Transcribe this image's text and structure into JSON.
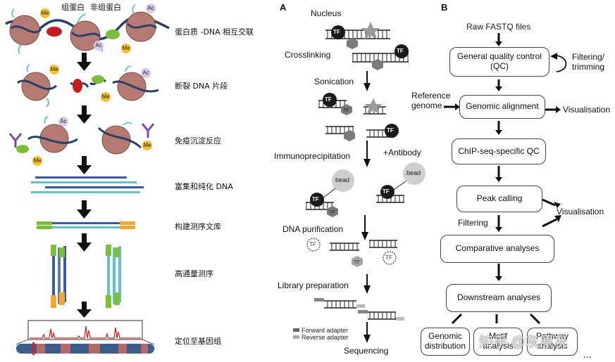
{
  "left_panel": {
    "top_labels": {
      "histone": "组蛋白",
      "non_histone": "非组蛋白"
    },
    "marks": {
      "me": "Me",
      "ac": "Ac"
    },
    "step_labels": [
      "蛋白质 -DNA 相互交联",
      "断裂 DNA 片段",
      "免疫沉淀反应",
      "富集和纯化 DNA",
      "构建测序文库",
      "高通量测序",
      "定位至基因组"
    ]
  },
  "panel_a": {
    "header": "A",
    "labels": {
      "nucleus": "Nucleus",
      "crosslinking": "Crosslinking",
      "sonication": "Sonication",
      "immunoprecipitation": "Immunoprecipitation",
      "antibody": "+Antibody",
      "dna_purification": "DNA purification",
      "library_preparation": "Library preparation",
      "sequencing": "Sequencing"
    },
    "tf": "TF",
    "bead": "bead",
    "legend": {
      "forward": "Forward adapter",
      "reverse": "Reverse adapter"
    },
    "colors": {
      "tf": "#1a1a1a",
      "gray_protein": "#8a8a8a",
      "bead": "#cfcfcf"
    }
  },
  "panel_b": {
    "header": "B",
    "raw_files": "Raw FASTQ files",
    "boxes": {
      "qc": "General quality control\n(QC)",
      "alignment": "Genomic alignment",
      "chipqc": "ChIP-seq-specific QC",
      "peak": "Peak calling",
      "comparative": "Comparative analyses",
      "downstream": "Downstream analyses",
      "genomic": "Genomic\ndistribution",
      "motif": "Motif\nanalysis",
      "pathway": "Pathway\nanalysis"
    },
    "side": {
      "filtering_trimming": "Filtering/\ntrimming",
      "reference": "Reference\ngenome",
      "vis1": "Visualisation",
      "vis2": "Visualisation",
      "filtering": "Filtering",
      "ellipsis": "..."
    }
  },
  "watermark": "知乎 @灰原灰",
  "colors": {
    "histone": "#b57b73",
    "dna": "#2a3f66",
    "red_protein": "#c41a20",
    "green_protein": "#7cbd3a",
    "tail": "#4fb3c7",
    "me_badge": "#f2c233",
    "ac_badge": "#d9c8e8",
    "antibody": "#7e4a9e",
    "strand_dark": "#3a5a9c",
    "strand_light": "#5fc5c9",
    "adapter_green": "#7cbd3a",
    "adapter_orange": "#f0a830",
    "chrom_band": "#b56a6a",
    "chrom_blue": "#3c5c8c",
    "peak": "#c8262b"
  }
}
